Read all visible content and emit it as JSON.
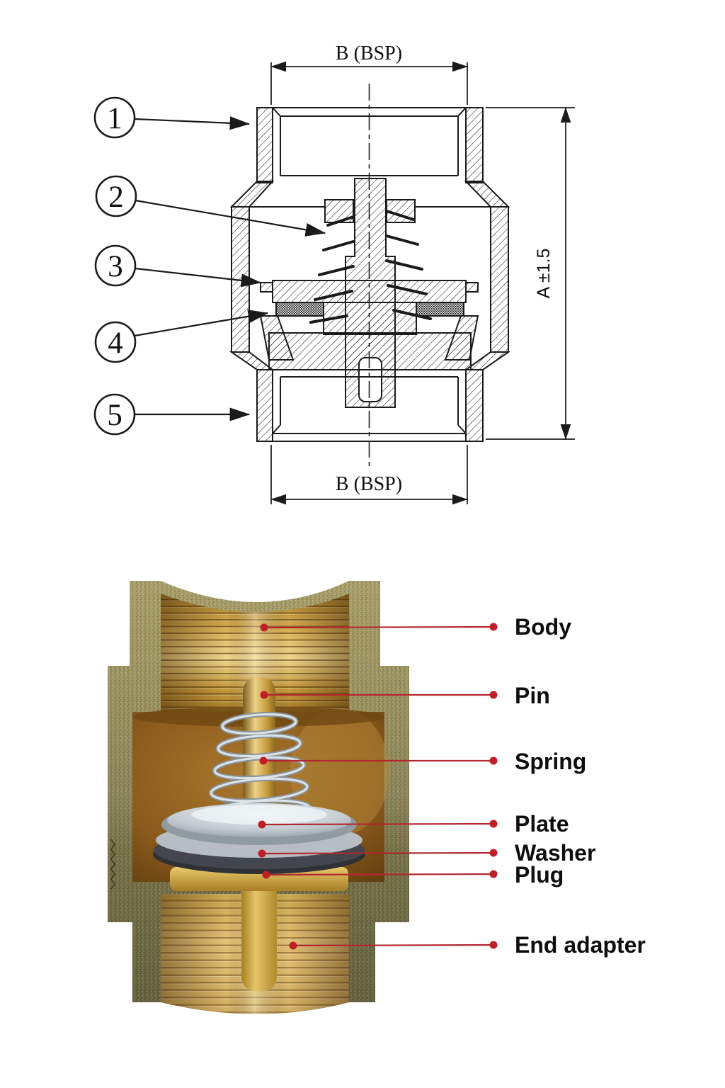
{
  "drawing": {
    "dim_top": "B (BSP)",
    "dim_bottom": "B (BSP)",
    "dim_height": "A ±1.5",
    "callouts": [
      "1",
      "2",
      "3",
      "4",
      "5"
    ]
  },
  "cutaway": {
    "labels": [
      "Body",
      "Pin",
      "Spring",
      "Plate",
      "Washer",
      "Plug",
      "End adapter"
    ],
    "colors": {
      "leader_red": "#b3272e",
      "dot_red": "#c01f26",
      "line_black": "#1b1b1b",
      "brass_thread": "#d9b256",
      "body_olive": "#98915e",
      "chamber_amber": "#8a5a1e",
      "steel_plate": "#c2cad0",
      "washer_gray": "#43474d"
    }
  }
}
